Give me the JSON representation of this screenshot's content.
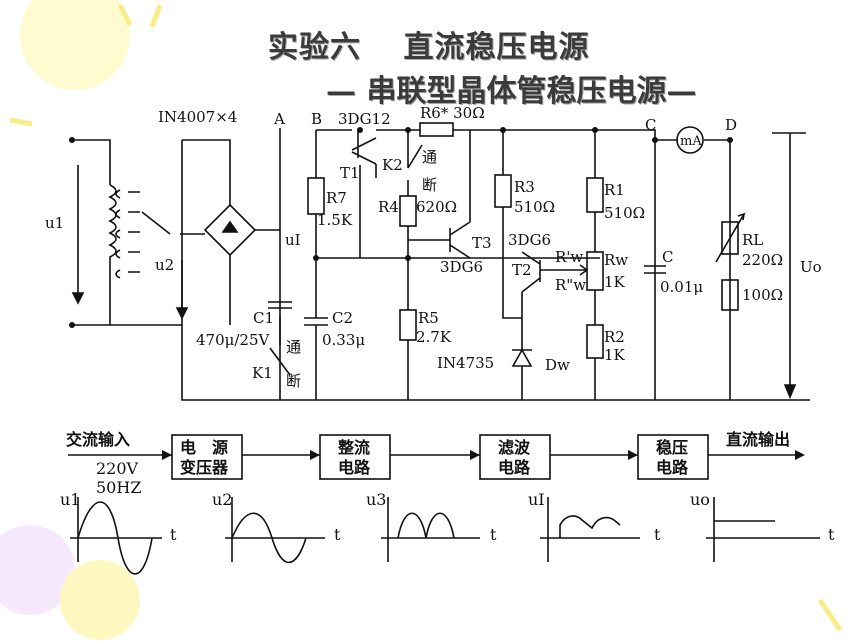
{
  "title": {
    "line1": "实验六　 直流稳压电源",
    "line2": "— 串联型晶体管稳压电源—"
  },
  "circuit": {
    "diode_bridge": "IN4007×4",
    "node_a": "A",
    "node_b": "B",
    "node_c": "C",
    "node_d": "D",
    "t1_model": "3DG12",
    "t1": "T1",
    "r6": "R6* 30Ω",
    "meter": "mA",
    "k2": "K2",
    "k2_on": "通",
    "k2_off": "断",
    "r7": "R7",
    "r7_val": "1.5K",
    "r4": "R4",
    "r4_val": "620Ω",
    "r3": "R3",
    "r3_val": "510Ω",
    "r1": "R1",
    "r1_val": "510Ω",
    "rl": "RL",
    "rl_val": "220Ω",
    "r100": "100Ω",
    "uo": "Uo",
    "u1": "u1",
    "u2": "u2",
    "ui": "uI",
    "t3": "T3",
    "t3_model": "3DG6",
    "t2_model": "3DG6",
    "t2": "T2",
    "rw1": "R'w",
    "rw2": "R\"w",
    "rw": "Rw",
    "rw_val": "1K",
    "c": "C",
    "c_val": "0.01μ",
    "c1": "C1",
    "c1_val": "470μ/25V",
    "c2": "C2",
    "c2_val": "0.33μ",
    "k1": "K1",
    "k1_on": "通",
    "k1_off": "断",
    "r5": "R5",
    "r5_val": "2.7K",
    "zener": "IN4735",
    "dw": "Dw",
    "r2": "R2",
    "r2_val": "1K"
  },
  "block_diagram": {
    "input_label": "交流输入",
    "input_voltage": "220V",
    "input_freq": "50HZ",
    "blocks": [
      {
        "line1": "电　源",
        "line2": "变压器"
      },
      {
        "line1": "整流",
        "line2": "电路"
      },
      {
        "line1": "滤波",
        "line2": "电路"
      },
      {
        "line1": "稳压",
        "line2": "电路"
      }
    ],
    "output_label": "直流输出",
    "waves": [
      {
        "y": "u1",
        "x": "t"
      },
      {
        "y": "u2",
        "x": "t"
      },
      {
        "y": "u3",
        "x": "t"
      },
      {
        "y": "uI",
        "x": "t"
      },
      {
        "y": "uo",
        "x": "t"
      }
    ]
  },
  "colors": {
    "line": "#111111",
    "title": "#3b3b3b",
    "decor": "#fff6a8"
  }
}
